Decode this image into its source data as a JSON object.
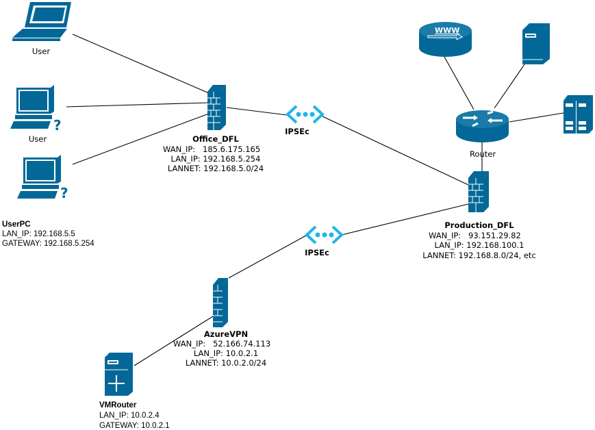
{
  "colors": {
    "device": "#036897",
    "tunnel": "#1fb5e8",
    "link": "#000000"
  },
  "nodes": {
    "user_laptop": {
      "label": "User",
      "icon": "laptop-icon"
    },
    "user_desktop": {
      "label": "User",
      "icon": "workstation-icon"
    },
    "userpc": {
      "title": "UserPC",
      "lan_ip": "LAN_IP: 192.168.5.5",
      "gateway": "GATEWAY: 192.168.5.254",
      "icon": "workstation-icon"
    },
    "office_dfl": {
      "title": "Office_DFL",
      "wan_label": "WAN_IP: ",
      "wan_value": "185.6.175.165",
      "lan_ip": "LAN_IP: 192.168.5.254",
      "lannet": "LANNET: 192.168.5.0/24",
      "icon": "firewall-icon"
    },
    "ipsec1": {
      "label": "IPSEc",
      "icon": "vpn-tunnel-icon"
    },
    "ipsec2": {
      "label": "IPSEc",
      "icon": "vpn-tunnel-icon"
    },
    "production_dfl": {
      "title": "Production_DFL",
      "wan_label": "WAN_IP: ",
      "wan_value": "93.151.29.82",
      "lan_ip": "LAN_IP: 192.168.100.1",
      "lannet": "LANNET: 192.168.8.0/24, etc",
      "icon": "firewall-icon"
    },
    "router": {
      "label": "Router",
      "icon": "router-icon"
    },
    "www": {
      "label": "WWW",
      "icon": "www-server-icon"
    },
    "server": {
      "icon": "server-icon"
    },
    "server_pair": {
      "icon": "server-cluster-icon"
    },
    "azurevpn": {
      "title": "AzureVPN",
      "wan_label": "WAN_IP: ",
      "wan_value": "52.166.74.113",
      "lan_ip": "LAN_IP: 10.0.2.1",
      "lannet": "LANNET: 10.0.2.0/24",
      "icon": "firewall-icon"
    },
    "vmrouter": {
      "title": "VMRouter",
      "lan_ip": "LAN_IP: 10.0.2.4",
      "gateway": "GATEWAY: 10.0.2.1",
      "icon": "router-server-icon"
    }
  }
}
